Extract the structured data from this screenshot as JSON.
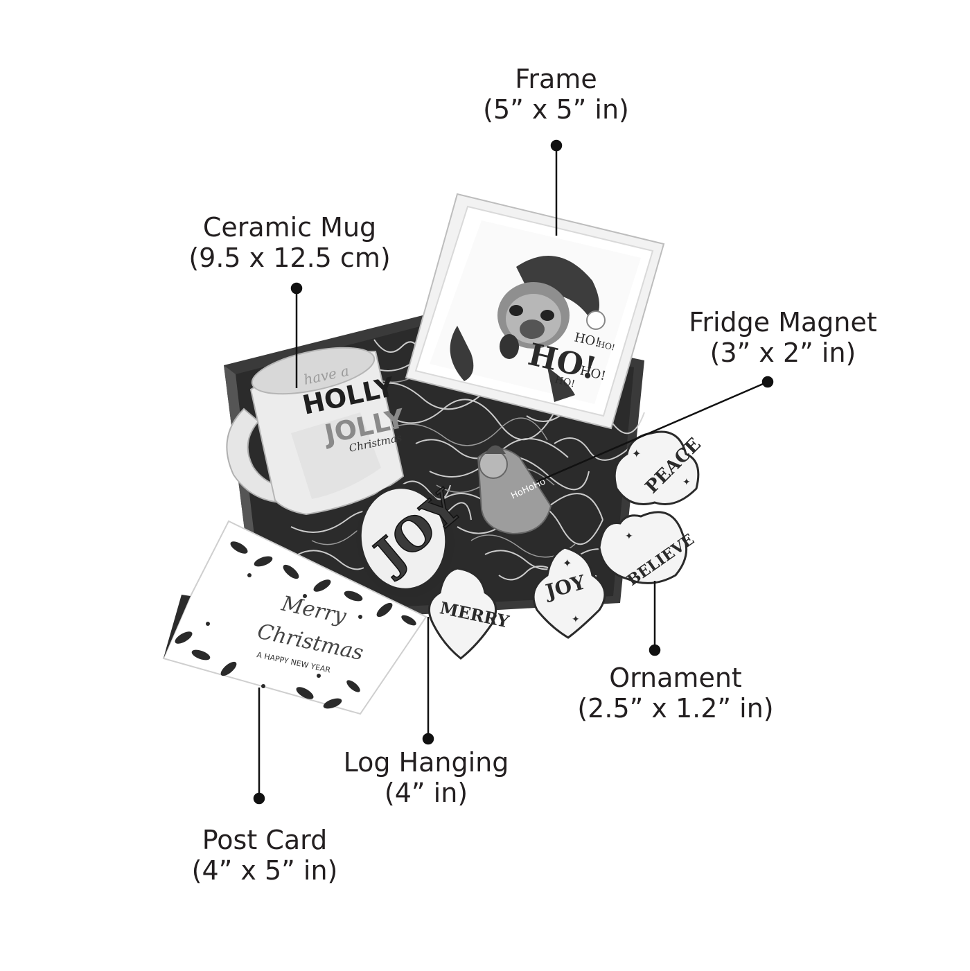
{
  "callouts": {
    "frame": {
      "name": "Frame",
      "size": "(5” x 5” in)"
    },
    "mug": {
      "name": "Ceramic Mug",
      "size": "(9.5 x 12.5 cm)"
    },
    "magnet": {
      "name": "Fridge Magnet",
      "size": "(3” x 2” in)"
    },
    "ornament": {
      "name": "Ornament",
      "size": "(2.5” x 1.2” in)"
    },
    "log": {
      "name": "Log Hanging",
      "size": "(4” in)"
    },
    "postcard": {
      "name": "Post Card",
      "size": "(4” x 5” in)"
    }
  },
  "product_text": {
    "mug_have": "have a",
    "mug_holly": "HOLLY",
    "mug_jolly": "JOLLY",
    "mug_christmas": "Christmas",
    "frame_ho_big": "HO!",
    "frame_ho_1": "HO!",
    "frame_ho_2": "HO!",
    "frame_ho_3": "HO!",
    "frame_ho_4": "HO!",
    "log_joy": "JOY",
    "magnet_text": "HoHoHo",
    "ornament_peace": "PEACE",
    "ornament_believe": "BELIEVE",
    "ornament_joy": "JOY",
    "ornament_merry": "MERRY",
    "postcard_merry": "Merry",
    "postcard_christmas": "Christmas",
    "postcard_newyear": "A HAPPY NEW YEAR"
  },
  "colors": {
    "text": "#231f20",
    "box": "#3a3a3a",
    "box_inner": "#2b2b2b",
    "shred": "#cfcfcf",
    "leader": "#111111"
  }
}
